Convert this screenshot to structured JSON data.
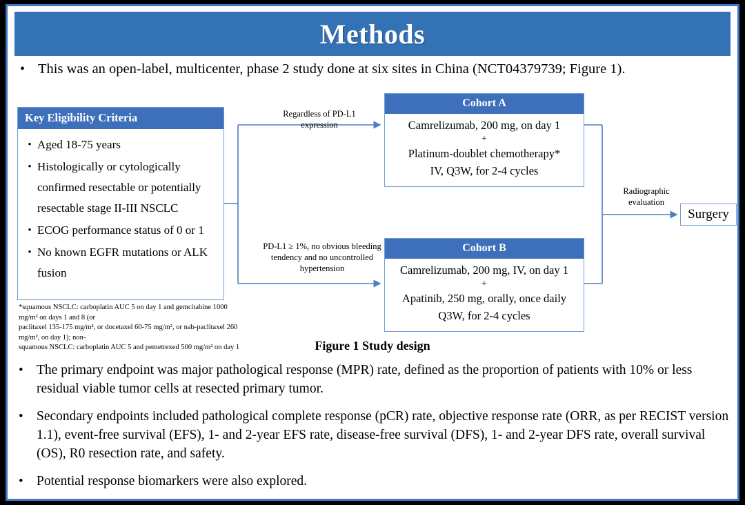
{
  "slide": {
    "title": "Methods",
    "accent_blue": "#3373b5",
    "box_header_blue": "#3d6fba",
    "box_border_blue": "#6f9fd8",
    "frame_blue": "#3b77c2",
    "background": "#ffffff",
    "outer_background": "#000000"
  },
  "lead_bullet": {
    "marker": "•",
    "text": "This was an open-label, multicenter, phase 2 study done at six sites in China (NCT04379739; Figure 1)."
  },
  "figure": {
    "caption": "Figure 1 Study design",
    "eligibility": {
      "header": "Key  Eligibility Criteria",
      "marker": "•",
      "items": [
        "Aged 18-75 years",
        "Histologically or cytologically confirmed resectable or potentially resectable stage II-III  NSCLC",
        "ECOG performance status of 0 or 1",
        "No known EGFR mutations or ALK fusion"
      ]
    },
    "footnote_lines": [
      "*squamous NSCLC: carboplatin AUC 5 on day 1 and gemcitabine 1000 mg/m² on days 1 and 8 (or",
      "paclitaxel  135-175  mg/m², or docetaxel 60-75 mg/m², or nab-paclitaxel 260 mg/m², on day 1); non-",
      "squamous NSCLC: carboplatin AUC 5 and pemetrexed 500 mg/m² on day 1"
    ],
    "arrow_label_cohort_a": "Regardless  of PD-L1 expression",
    "arrow_label_cohort_b": "PD-L1 ≥ 1%, no obvious bleeding tendency  and no uncontrolled  hypertension",
    "arrow_label_surgery": "Radiographic evaluation",
    "cohort_a": {
      "header": "Cohort A",
      "lines": [
        "Camrelizumab, 200 mg, on day 1",
        "+",
        "Platinum-doublet chemotherapy*",
        "IV, Q3W, for 2-4 cycles"
      ]
    },
    "cohort_b": {
      "header": "Cohort B",
      "lines": [
        "Camrelizumab, 200 mg, IV, on day 1",
        "+",
        "Apatinib, 250 mg, orally, once daily",
        "Q3W, for 2-4 cycles"
      ]
    },
    "surgery": "Surgery"
  },
  "endpoints": {
    "marker": "•",
    "bullets": [
      "The primary endpoint was major pathological response (MPR) rate, defined as the proportion of patients with 10% or less residual viable tumor cells at resected primary tumor.",
      "Secondary endpoints included pathological complete response (pCR) rate, objective  response rate (ORR, as per RECIST version 1.1), event-free survival (EFS), 1- and 2-year EFS rate, disease-free survival (DFS), 1- and 2-year DFS rate, overall survival (OS), R0 resection rate, and safety.",
      "Potential response biomarkers were also explored."
    ]
  }
}
